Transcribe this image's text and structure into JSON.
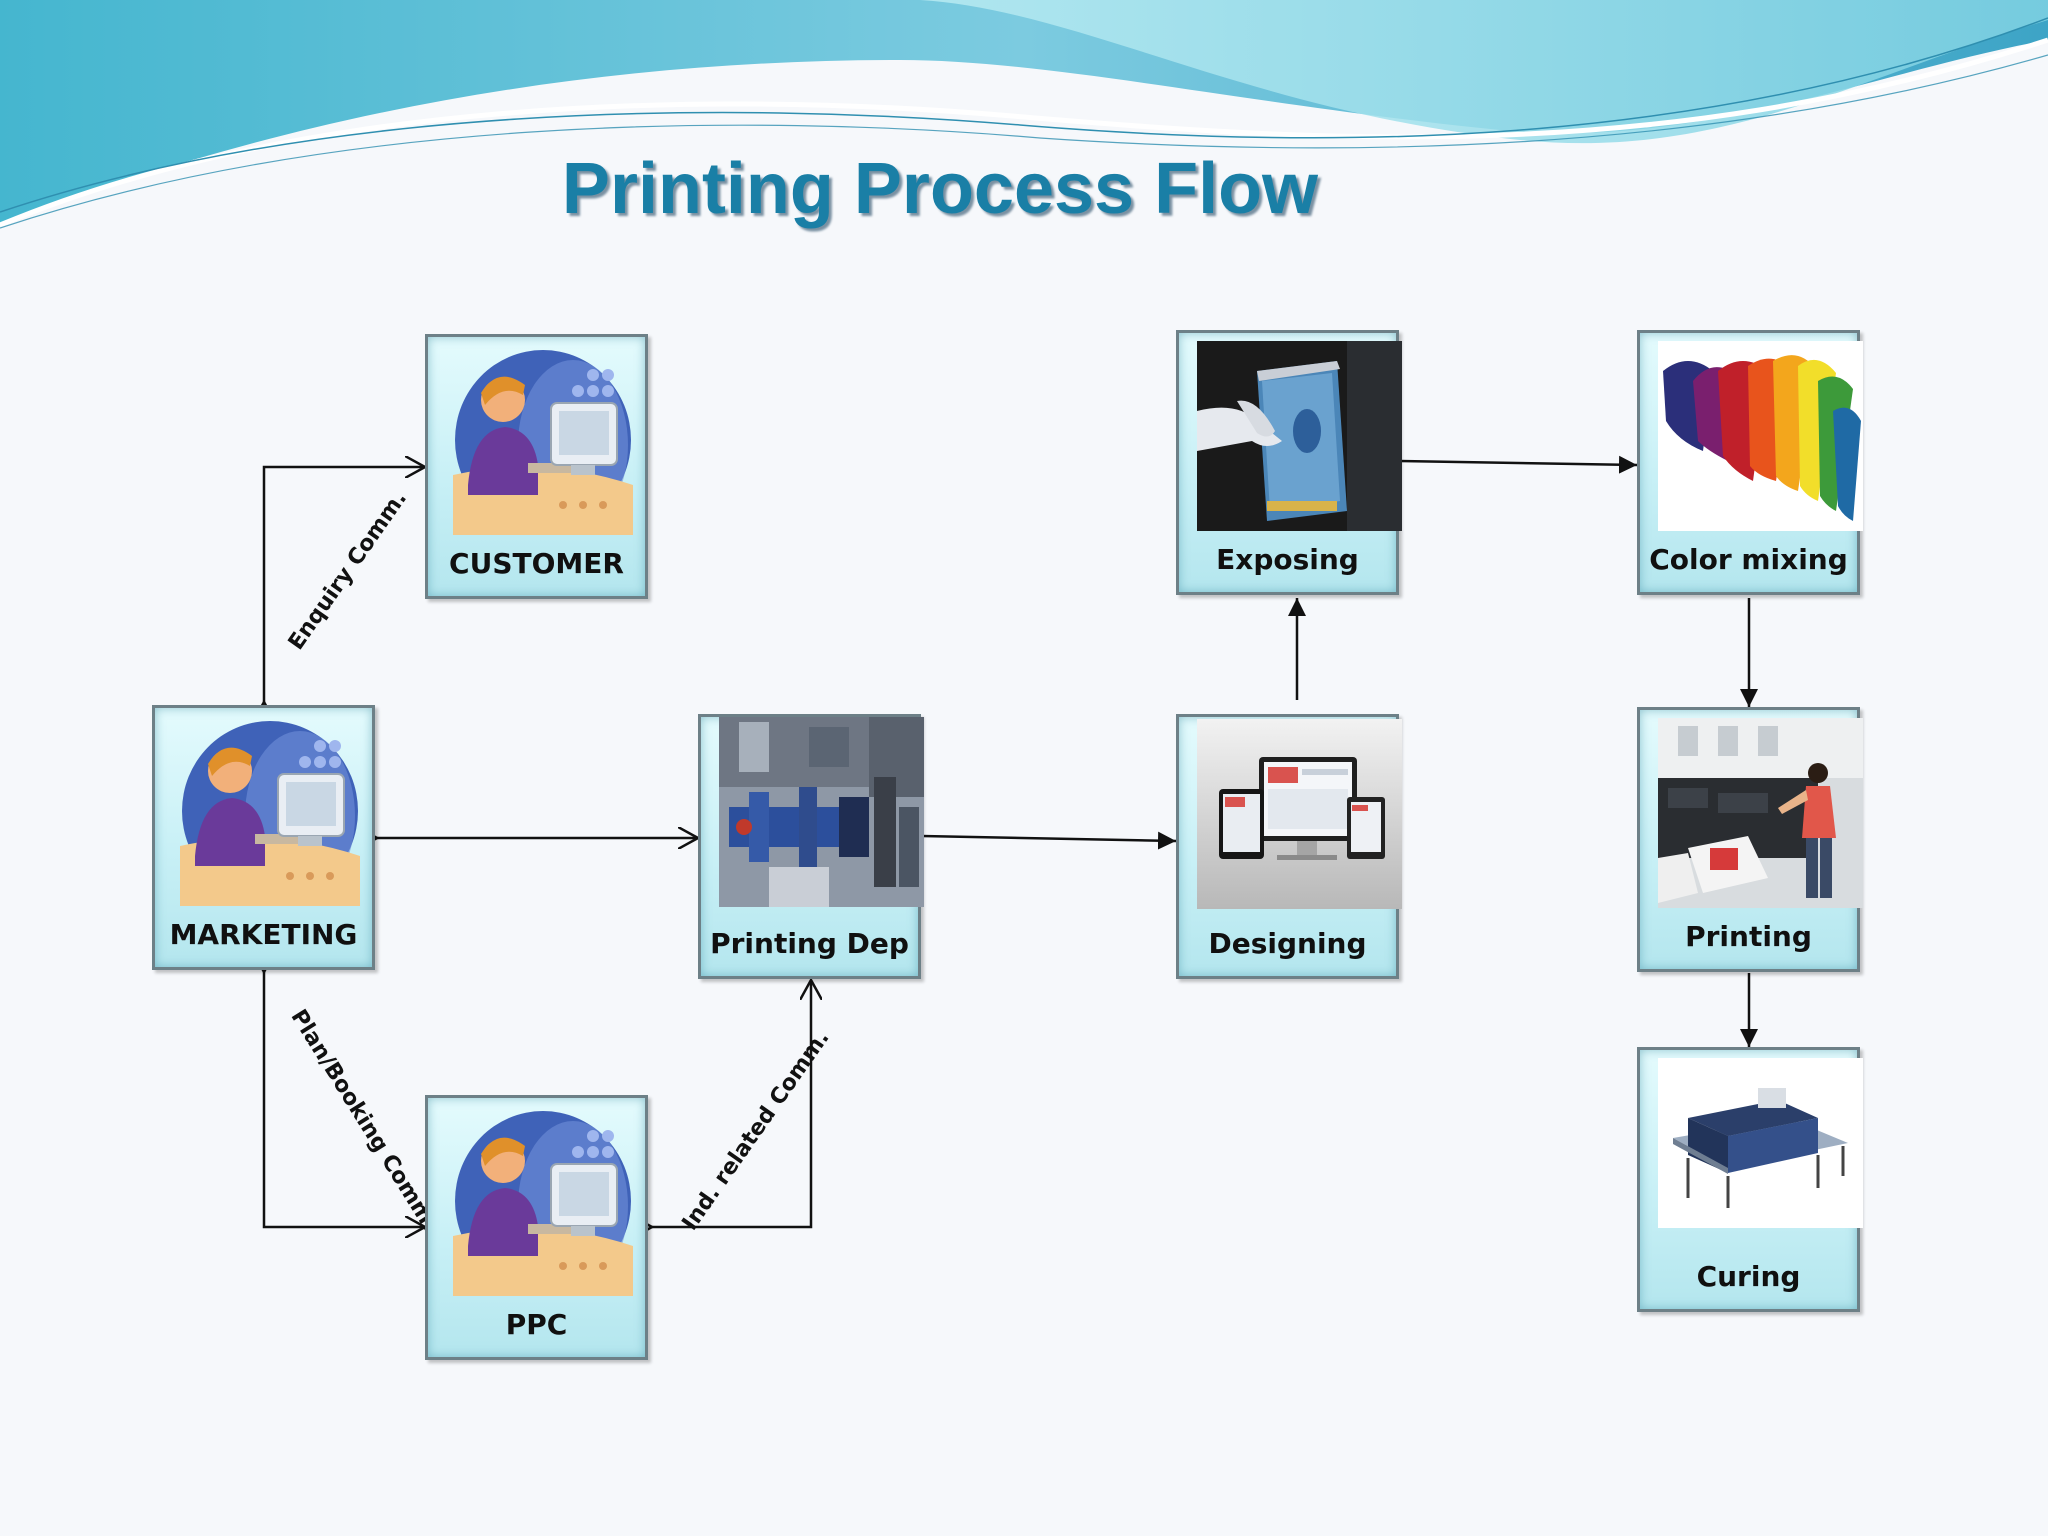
{
  "title": "Printing Process Flow",
  "nodes": {
    "customer": "CUSTOMER",
    "marketing": "MARKETING",
    "ppc": "PPC",
    "printing_dep": "Printing Dep",
    "designing": "Designing",
    "exposing": "Exposing",
    "color_mixing": "Color mixing",
    "printing": "Printing",
    "curing": "Curing"
  },
  "edge_labels": {
    "enquiry": "Enquiry Comm.",
    "plan_booking": "Plan/Booking Comm.",
    "ind_related": "Ind. related Comm."
  },
  "colors": {
    "title": "#1a7fa6",
    "node_fill": "#c8f0f6",
    "node_border": "#6d8087",
    "wave_dark": "#3aa9c9",
    "wave_light": "#a9e3ee"
  }
}
